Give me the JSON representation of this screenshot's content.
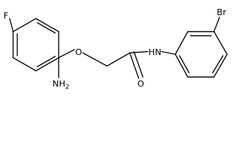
{
  "molecule": {
    "atoms": {
      "fluorine": "F",
      "ether_oxygen": "O",
      "amine_group": "NH",
      "amine_subscript": "2",
      "amide_nitrogen": "HN",
      "carbonyl_oxygen": "O",
      "bromine": "Br"
    }
  }
}
